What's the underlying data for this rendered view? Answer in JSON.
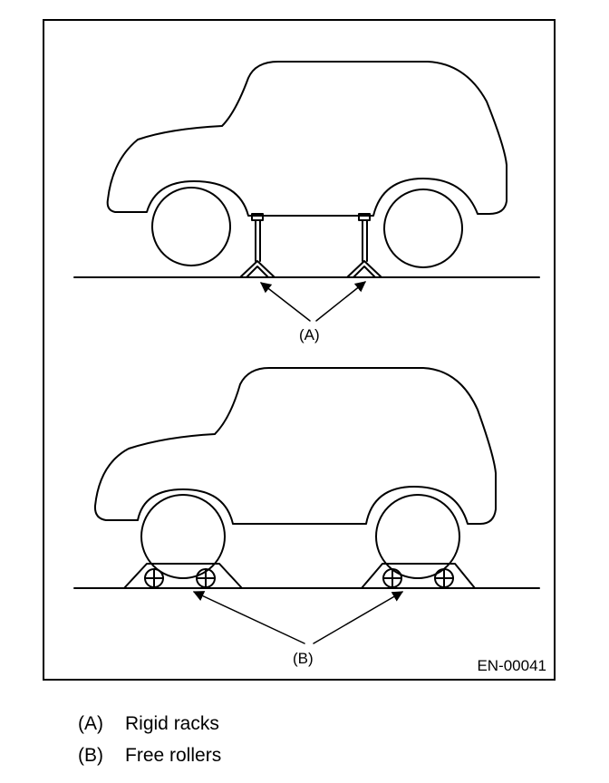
{
  "diagram": {
    "callout_a": "(A)",
    "callout_b": "(B)",
    "figure_id": "EN-00041"
  },
  "legend": [
    {
      "key": "(A)",
      "text": "Rigid racks"
    },
    {
      "key": "(B)",
      "text": "Free rollers"
    }
  ]
}
